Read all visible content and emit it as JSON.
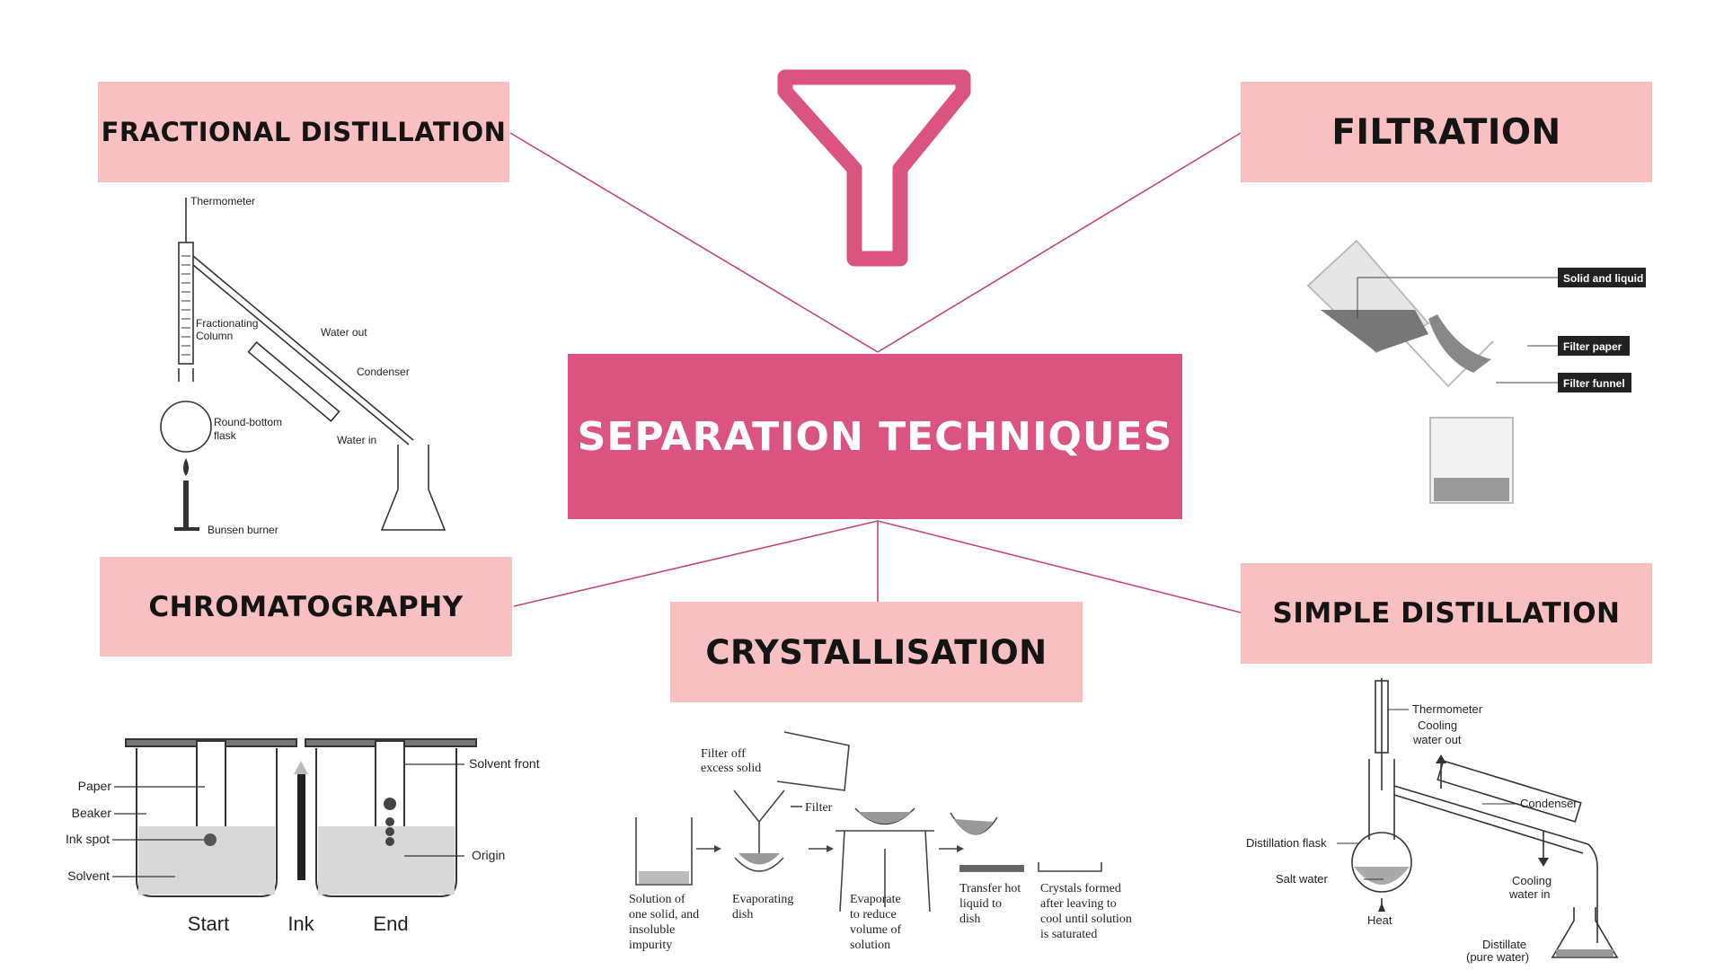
{
  "title": "SEPARATION TECHNIQUES",
  "techniques": {
    "fractional_distillation": "FRACTIONAL DISTILLATION",
    "filtration": "FILTRATION",
    "chromatography": "CHROMATOGRAPHY",
    "crystallisation": "CRYSTALLISATION",
    "simple_distillation": "SIMPLE DISTILLATION"
  },
  "fractional_labels": {
    "thermometer": "Thermometer",
    "fractionating_1": "Fractionating",
    "fractionating_2": "Column",
    "water_out": "Water out",
    "condenser": "Condenser",
    "flask_1": "Round-bottom",
    "flask_2": "flask",
    "water_in": "Water in",
    "burner": "Bunsen burner"
  },
  "filtration_labels": {
    "solid_liquid": "Solid and liquid",
    "filter_paper": "Filter paper",
    "filter_funnel": "Filter funnel"
  },
  "chromatography_labels": {
    "paper": "Paper",
    "beaker": "Beaker",
    "ink_spot": "Ink spot",
    "solvent": "Solvent",
    "solvent_front": "Solvent front",
    "origin": "Origin",
    "start": "Start",
    "ink": "Ink",
    "end": "End"
  },
  "crystallisation_labels": {
    "filter_off_1": "Filter off",
    "filter_off_2": "excess solid",
    "filter": "Filter",
    "step1": [
      "Solution of",
      "one solid, and",
      "insoluble",
      "impurity"
    ],
    "step2": [
      "Evaporating",
      "dish"
    ],
    "step3": [
      "Evaporate",
      "to reduce",
      "volume of",
      "solution"
    ],
    "step4": [
      "Transfer hot",
      "liquid to",
      "dish"
    ],
    "step5": [
      "Crystals formed",
      "after leaving to",
      "cool until solution",
      "is saturated"
    ]
  },
  "simple_labels": {
    "thermometer": "Thermometer",
    "cooling_out_1": "Cooling",
    "cooling_out_2": "water out",
    "condenser": "Condenser",
    "distillation_flask": "Distillation flask",
    "salt_water": "Salt water",
    "cooling_in_1": "Cooling",
    "cooling_in_2": "water in",
    "heat": "Heat",
    "distillate_1": "Distillate",
    "distillate_2": "(pure water)"
  },
  "colors": {
    "accent": "#db537f",
    "box": "#f8c0c0",
    "line": "#c4476e"
  },
  "icons": [
    "funnel-icon"
  ]
}
